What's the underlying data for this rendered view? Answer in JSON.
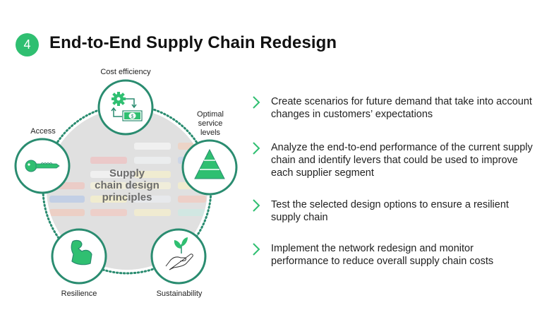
{
  "header": {
    "step_number": "4",
    "title": "End-to-End Supply Chain Redesign"
  },
  "diagram": {
    "center_label_lines": [
      "Supply",
      "chain design",
      "principles"
    ],
    "nodes": [
      {
        "label": "Cost efficiency",
        "icon": "gear-money-cycle-icon"
      },
      {
        "label": "Optimal service levels",
        "label_lines": [
          "Optimal",
          "service",
          "levels"
        ],
        "icon": "pyramid-icon"
      },
      {
        "label": "Access",
        "icon": "key-icon"
      },
      {
        "label": "Resilience",
        "icon": "flexed-arm-icon"
      },
      {
        "label": "Sustainability",
        "icon": "plant-in-hand-icon"
      }
    ],
    "colors": {
      "accent": "#2fbf71",
      "ring": "#2a8c70"
    }
  },
  "bullets": [
    "Create scenarios for future demand that take into account changes in customers’ expectations",
    "Analyze the end-to-end performance of the current supply chain and identify levers that could be used to improve each supplier segment",
    "Test the selected design options to ensure a resilient supply chain",
    "Implement the network redesign and monitor performance to reduce overall supply chain costs"
  ]
}
